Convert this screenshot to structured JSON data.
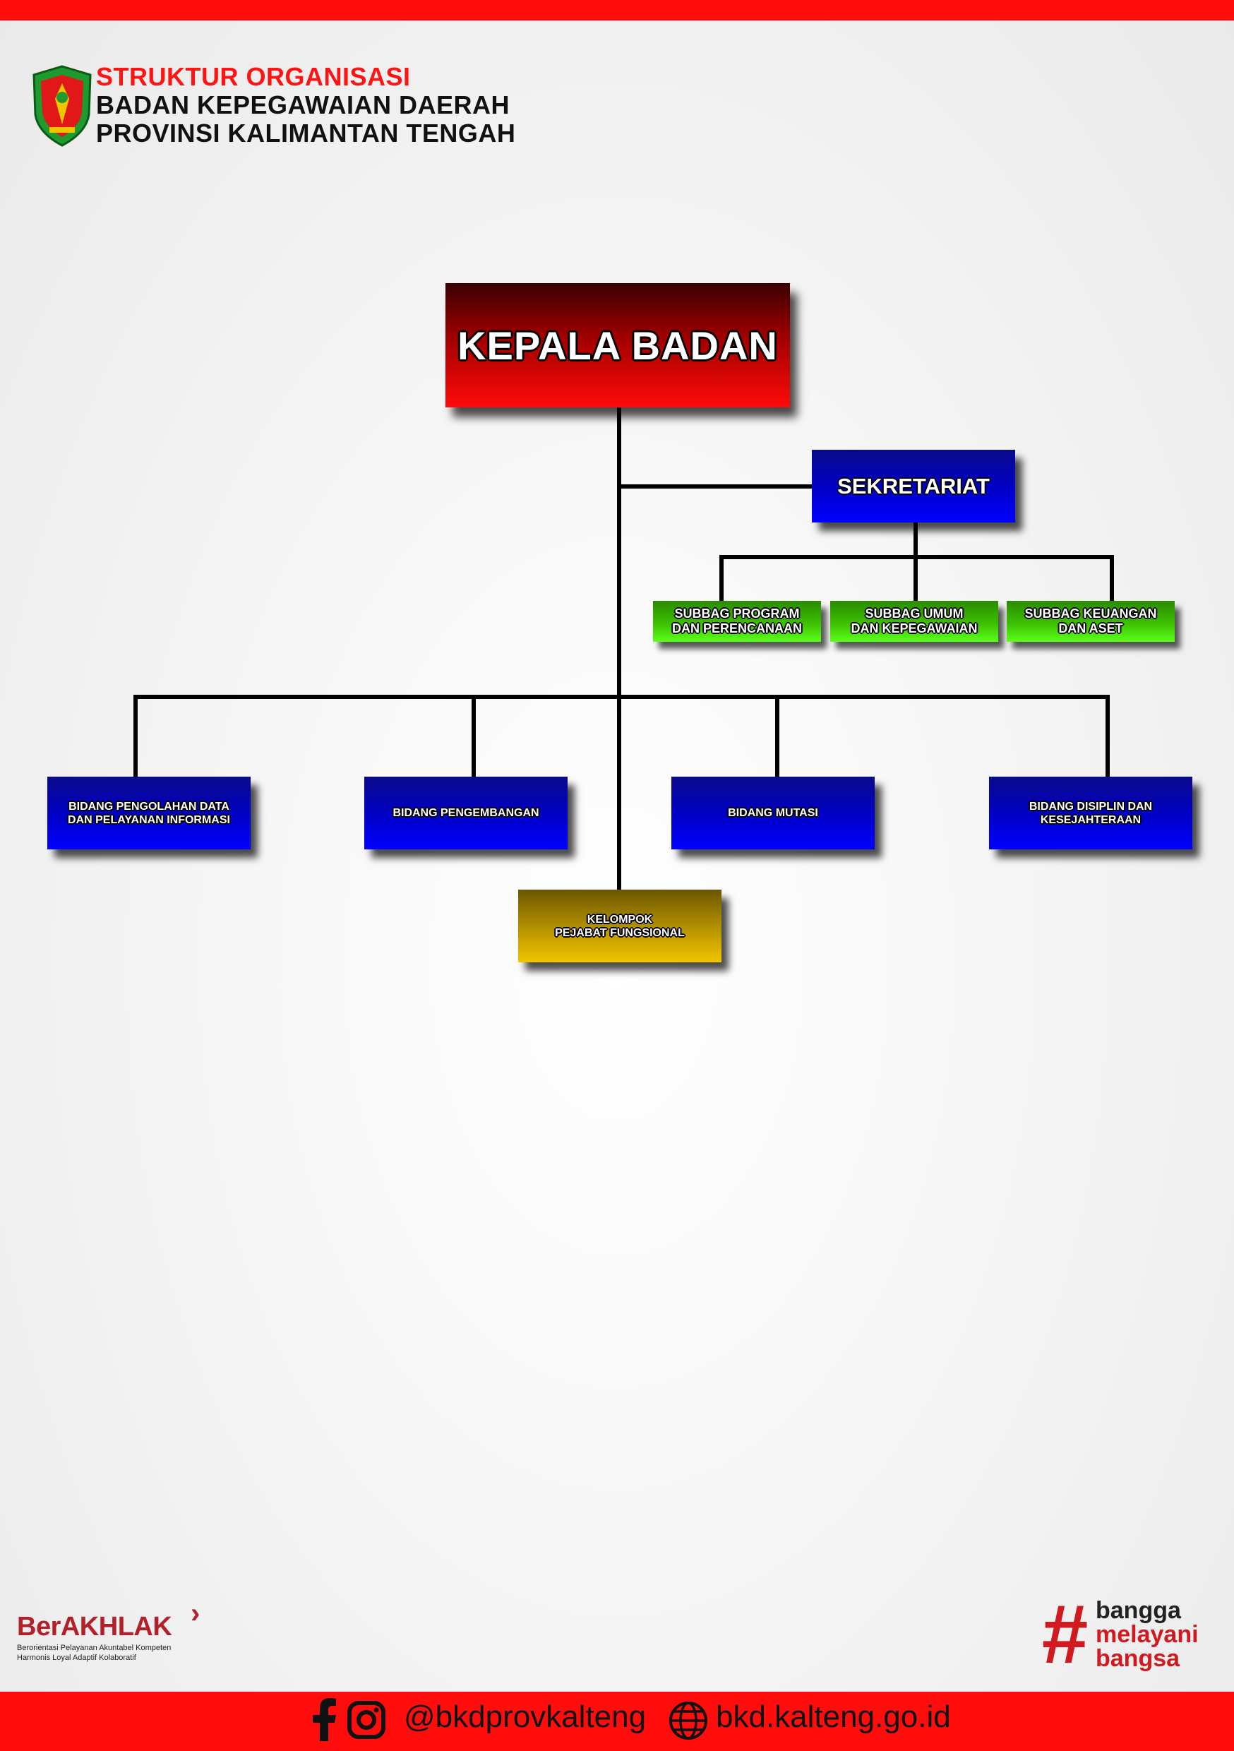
{
  "header": {
    "line1": "STRUKTUR ORGANISASI",
    "line2": "BADAN KEPEGAWAIAN DAERAH",
    "line3": "PROVINSI KALIMANTAN TENGAH",
    "colors": {
      "accent": "#ff1414",
      "text": "#111111"
    }
  },
  "org": {
    "head": "KEPALA BADAN",
    "secretariat": "SEKRETARIAT",
    "subbags": [
      "SUBBAG PROGRAM\nDAN PERENCANAAN",
      "SUBBAG UMUM\nDAN KEPEGAWAIAN",
      "SUBBAG KEUANGAN\nDAN ASET"
    ],
    "bidang": [
      "BIDANG PENGOLAHAN DATA\nDAN PELAYANAN INFORMASI",
      "BIDANG PENGEMBANGAN",
      "BIDANG MUTASI",
      "BIDANG DISIPLIN DAN\nKESEJAHTERAAN"
    ],
    "functional": "KELOMPOK\nPEJABAT FUNGSIONAL",
    "colors": {
      "head": "#e00000",
      "secretariat": "#0000cc",
      "subbag": "#3cc000",
      "bidang": "#0000cc",
      "functional": "#c9a200"
    }
  },
  "berakhlak": {
    "title": "BerAKHLAK",
    "line1": "Berorientasi Pelayanan Akuntabel Kompeten",
    "line2": "Harmonis Loyal Adaptif Kolaboratif"
  },
  "bangga": {
    "word1": "bangga",
    "word2": "melayani",
    "word3": "bangsa"
  },
  "footer": {
    "social_handle": "@bkdprovkalteng",
    "website": "bkd.kalteng.go.id",
    "icons": [
      "facebook-icon",
      "instagram-icon",
      "globe-icon"
    ],
    "bar_color": "#ff0d0d"
  }
}
